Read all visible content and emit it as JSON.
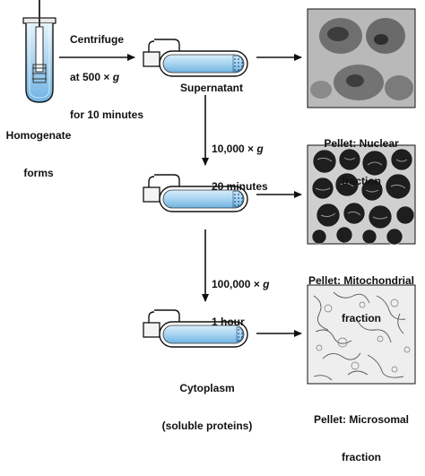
{
  "step1": {
    "line1": "Centrifuge",
    "line2_prefix": "at 500 × ",
    "line2_g": "g",
    "line3": "for 10 minutes"
  },
  "homogenate": {
    "line1": "Homogenate",
    "line2": "forms"
  },
  "supernatant": "Supernatant",
  "step2": {
    "line1_prefix": "10,000 × ",
    "line1_g": "g",
    "line2": "20 minutes"
  },
  "step3": {
    "line1_prefix": "100,000 × ",
    "line1_g": "g",
    "line2": "1 hour"
  },
  "cytoplasm": {
    "line1": "Cytoplasm",
    "line2": "(soluble proteins)"
  },
  "pellets": [
    {
      "line1": "Pellet: Nuclear",
      "line2": "fraction"
    },
    {
      "line1": "Pellet: Mitochondrial",
      "line2": "fraction"
    },
    {
      "line1": "Pellet: Microsomal",
      "line2": "fraction"
    }
  ],
  "colors": {
    "liquid": "#a8d4f0",
    "liquid_dark": "#5aa7dc",
    "outline": "#111111",
    "micrograph_light": "#d9d9d9"
  }
}
